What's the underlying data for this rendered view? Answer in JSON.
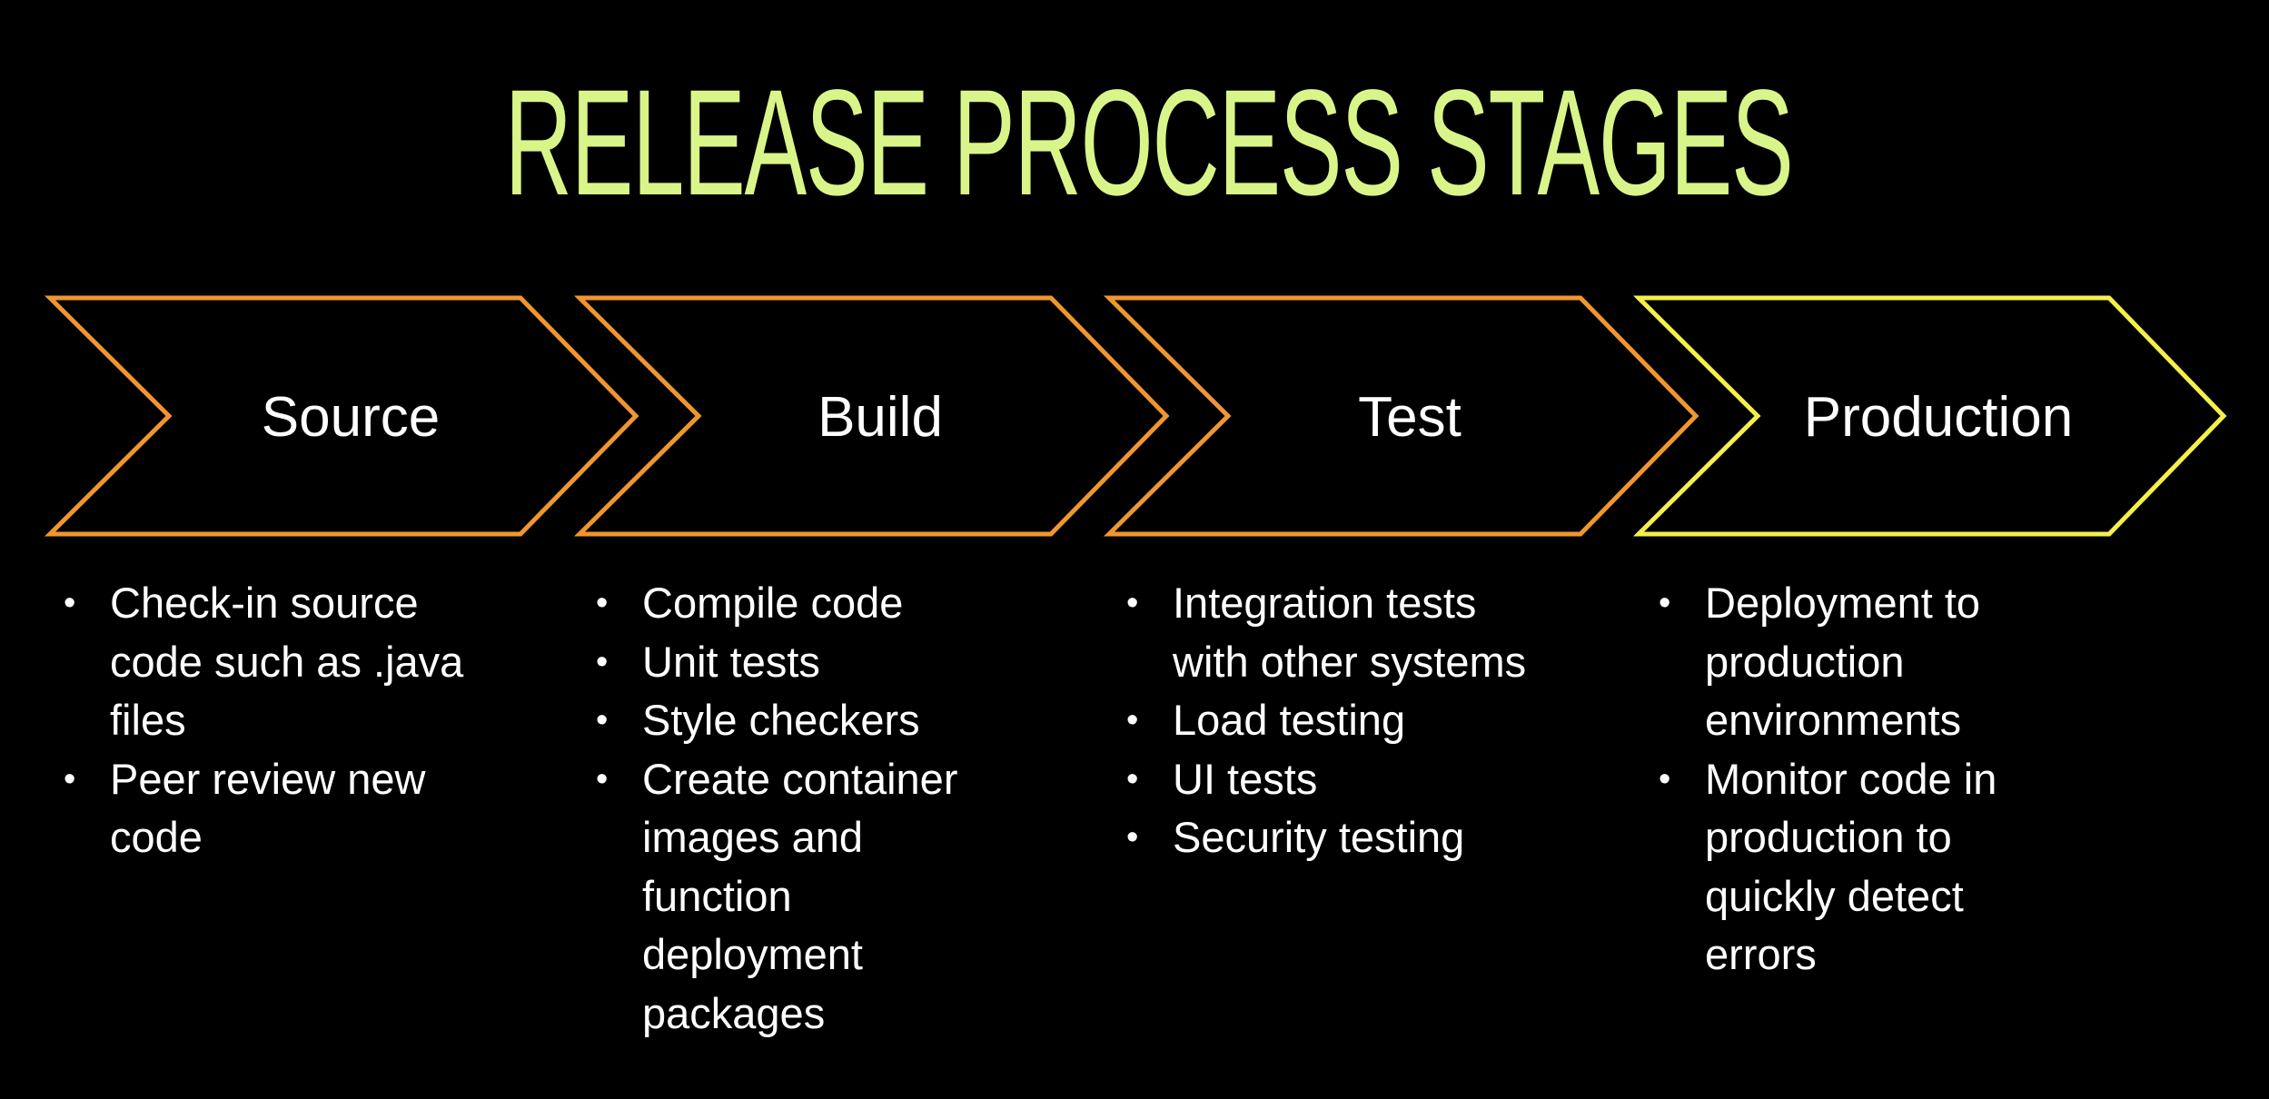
{
  "title": "RELEASE PROCESS STAGES",
  "colors": {
    "background": "#000000",
    "title": "#d9f58a",
    "stage_outline": "#f0962e",
    "final_stage_outline": "#f5f049",
    "text": "#ffffff"
  },
  "stages": [
    {
      "label": "Source",
      "bullets": [
        "Check-in source code such as .java files",
        "Peer review new code"
      ]
    },
    {
      "label": "Build",
      "bullets": [
        "Compile code",
        "Unit tests",
        "Style checkers",
        "Create container images and function deployment packages"
      ]
    },
    {
      "label": "Test",
      "bullets": [
        "Integration tests with other systems",
        "Load testing",
        "UI tests",
        "Security testing"
      ]
    },
    {
      "label": "Production",
      "bullets": [
        "Deployment to production environments",
        "Monitor code in production to quickly detect errors"
      ]
    }
  ]
}
